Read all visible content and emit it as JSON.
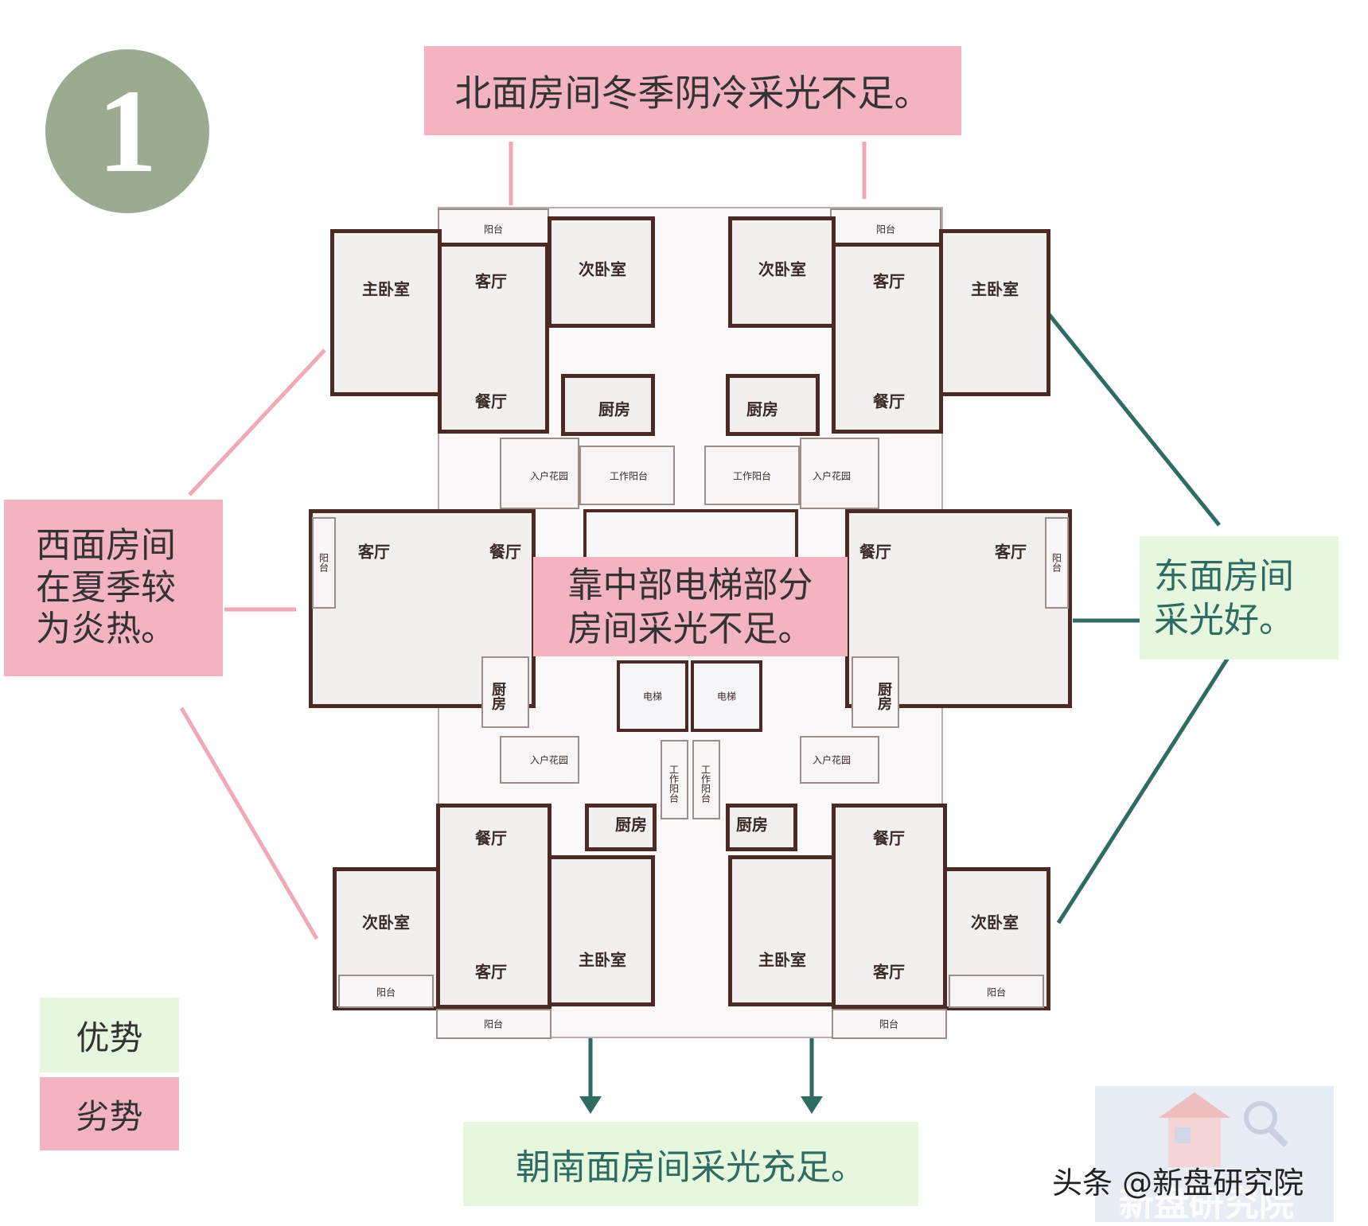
{
  "badge": {
    "number": "1"
  },
  "callouts": {
    "north": "北面房间冬季阴冷采光不足。",
    "west_lines": [
      "西面房间",
      "在夏季较",
      "为炎热。"
    ],
    "center_lines": [
      "靠中部电梯部分",
      "房间采光不足。"
    ],
    "east_lines": [
      "东面房间",
      "采光好。"
    ],
    "south": "朝南面房间采光充足。"
  },
  "legend": {
    "advantage": "优势",
    "disadvantage": "劣势"
  },
  "watermark": {
    "text": "头条 @新盘研究院",
    "faded": "新盘研究院"
  },
  "rooms": {
    "master_bedroom": "主卧室",
    "second_bedroom": "次卧室",
    "living_room": "客厅",
    "dining_room": "餐厅",
    "kitchen": "厨房",
    "balcony": "阳台",
    "entry_garden": "入户花园",
    "work_balcony": "工作阳台",
    "elevator": "电梯",
    "kitchen_vertical": "厨房",
    "work_balcony_vertical": "工作阳台"
  },
  "colors": {
    "pink": "#f4b3c0",
    "green": "#e7f7dd",
    "teal": "#2e6b63",
    "badge": "#9aab90",
    "wall": "#4a2a22"
  }
}
